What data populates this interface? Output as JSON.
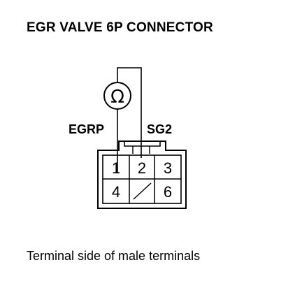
{
  "title": "EGR VALVE 6P CONNECTOR",
  "caption": "Terminal side of male terminals",
  "meter": {
    "symbol": "Ω",
    "icon": "ohmmeter-icon"
  },
  "probes": {
    "left_label": "EGRP",
    "right_label": "SG2"
  },
  "connector": {
    "terminals": [
      {
        "label": "1"
      },
      {
        "label": "2"
      },
      {
        "label": "3"
      },
      {
        "label": "4"
      },
      {
        "label": ""
      },
      {
        "label": "6"
      }
    ]
  }
}
